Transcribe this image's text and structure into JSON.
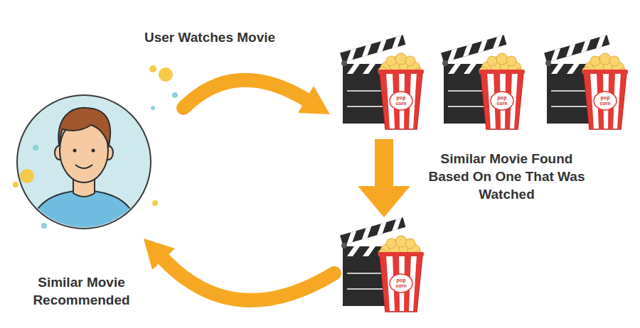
{
  "diagram": {
    "labels": [
      "User Watches Movie",
      "Similar Movie Found Based On One That Was Watched",
      "Similar Movie Recommended",
      "pop corn",
      "pop corn",
      "pop corn",
      "pop corn"
    ]
  }
}
